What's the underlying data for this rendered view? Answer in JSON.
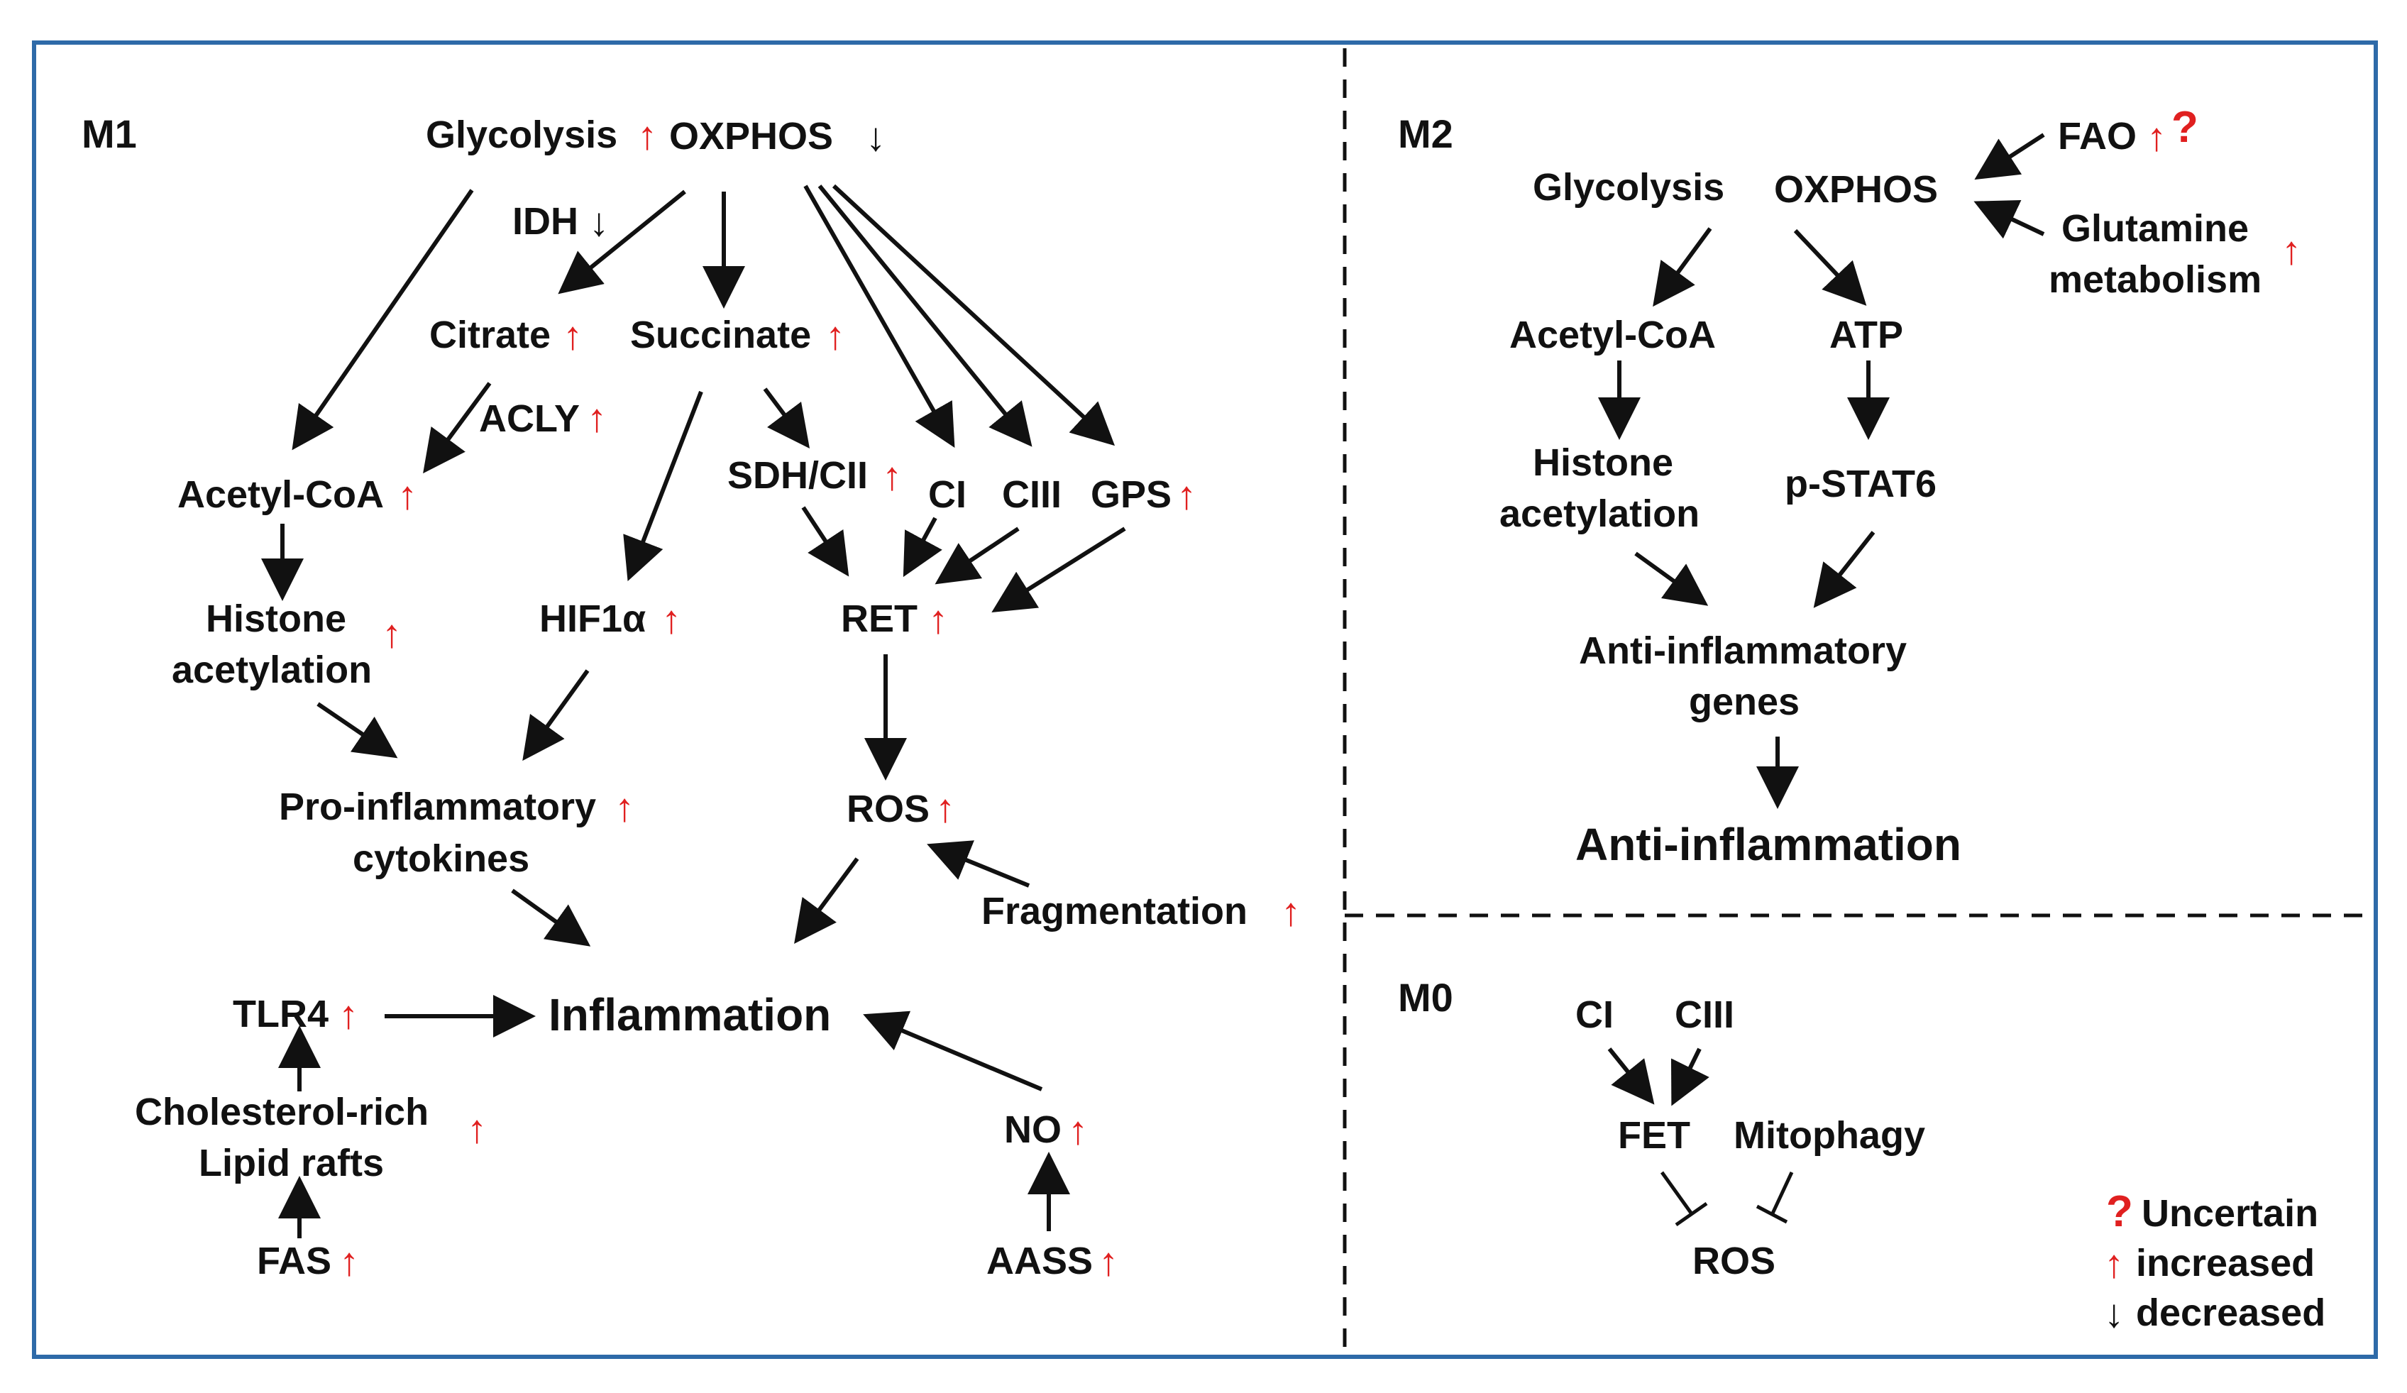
{
  "symbols": {
    "increased": "↑",
    "decreased": "↓",
    "uncertain": "?"
  },
  "colors": {
    "frame": "#2e6aa8",
    "accent_red": "#e02020",
    "text": "#111111"
  },
  "panels": {
    "m1": {
      "label": "M1",
      "nodes": {
        "glycolysis": "Glycolysis",
        "oxphos": "OXPHOS",
        "idh": "IDH",
        "citrate": "Citrate",
        "succinate": "Succinate",
        "acly": "ACLY",
        "acetyl_coa": "Acetyl-CoA",
        "sdh_cii": "SDH/CII",
        "ci": "CI",
        "ciii": "CIII",
        "gps": "GPS",
        "histone": "Histone",
        "acetylation": "acetylation",
        "hif1a": "HIF1α",
        "ret": "RET",
        "pro_inflammatory": "Pro-inflammatory",
        "cytokines": "cytokines",
        "ros": "ROS",
        "fragmentation": "Fragmentation",
        "tlr4": "TLR4",
        "inflammation": "Inflammation",
        "cholesterol_rich": "Cholesterol-rich",
        "lipid_rafts": "Lipid rafts",
        "no": "NO",
        "fas": "FAS",
        "aass": "AASS"
      }
    },
    "m2": {
      "label": "M2",
      "nodes": {
        "fao": "FAO",
        "glycolysis": "Glycolysis",
        "oxphos": "OXPHOS",
        "glutamine": "Glutamine",
        "metabolism": "metabolism",
        "acetyl_coa": "Acetyl-CoA",
        "atp": "ATP",
        "histone": "Histone",
        "acetylation": "acetylation",
        "p_stat6": "p-STAT6",
        "anti_inflammatory": "Anti-inflammatory",
        "genes": "genes",
        "anti_inflammation": "Anti-inflammation"
      }
    },
    "m0": {
      "label": "M0",
      "nodes": {
        "ci": "CI",
        "ciii": "CIII",
        "fet": "FET",
        "mitophagy": "Mitophagy",
        "ros": "ROS"
      }
    }
  },
  "legend": {
    "uncertain": "Uncertain",
    "increased": "increased",
    "decreased": "decreased"
  }
}
